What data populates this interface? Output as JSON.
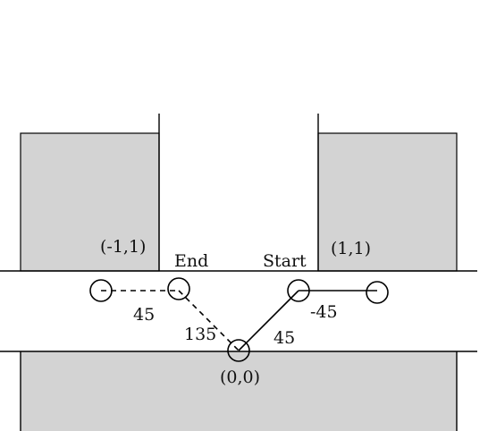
{
  "labels": {
    "left_coord": "(-1,1)",
    "right_coord": "(1,1)",
    "origin_coord": "(0,0)",
    "end": "End",
    "start": "Start",
    "angle_left_link": "45",
    "angle_center_left": "135",
    "angle_center_right": "45",
    "angle_right_link": "-45"
  },
  "colors": {
    "block_fill": "#d3d3d3",
    "line": "#000000"
  }
}
